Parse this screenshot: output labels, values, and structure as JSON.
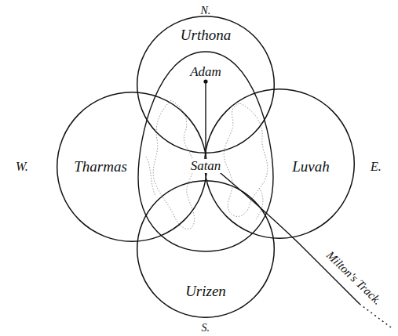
{
  "diagram": {
    "nodes": [
      {
        "text": [
          "Urthona"
        ]
      },
      {
        "text": [
          "Tharmas"
        ]
      },
      {
        "text": [
          "Adam",
          "Satan"
        ]
      },
      {
        "text": [
          "Luvah"
        ]
      },
      {
        "text": [
          "Urizen"
        ]
      }
    ],
    "labels": [
      "N.",
      "W.",
      "E.",
      "S.",
      "Milton's Track."
    ]
  }
}
